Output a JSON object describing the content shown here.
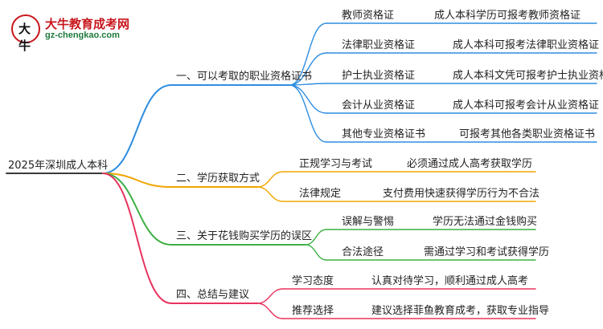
{
  "logo": {
    "title": "大牛教育成考网",
    "url": "gz-chengkao.com",
    "mark": "大牛"
  },
  "mindmap": {
    "root": "2025年深圳成人本科",
    "branches": [
      {
        "label": "一、可以考取的职业资格证书",
        "color": "#2f8ee0",
        "items": [
          {
            "label": "教师资格证",
            "detail": "成人本科学历可报考教师资格证"
          },
          {
            "label": "法律职业资格证",
            "detail": "成人本科可报考法律职业资格证"
          },
          {
            "label": "护士执业资格证",
            "detail": "成人本科文凭可报考护士执业资格证"
          },
          {
            "label": "会计从业资格证",
            "detail": "成人本科可报考会计从业资格证"
          },
          {
            "label": "其他专业资格证书",
            "detail": "可报考其他各类职业资格证书"
          }
        ]
      },
      {
        "label": "二、学历获取方式",
        "color": "#f0a500",
        "items": [
          {
            "label": "正规学习与考试",
            "detail": "必须通过成人高考获取学历"
          },
          {
            "label": "法律规定",
            "detail": "支付费用快速获得学历行为不合法"
          }
        ]
      },
      {
        "label": "三、关于花钱购买学历的误区",
        "color": "#3cb043",
        "items": [
          {
            "label": "误解与警惕",
            "detail": "学历无法通过金钱购买"
          },
          {
            "label": "合法途径",
            "detail": "需通过学习和考试获得学历"
          }
        ]
      },
      {
        "label": "四、总结与建议",
        "color": "#e8335e",
        "items": [
          {
            "label": "学习态度",
            "detail": "认真对待学习，顺利通过成人高考"
          },
          {
            "label": "推荐选择",
            "detail": "建议选择菲鱼教育成考，获取专业指导"
          }
        ]
      }
    ]
  }
}
